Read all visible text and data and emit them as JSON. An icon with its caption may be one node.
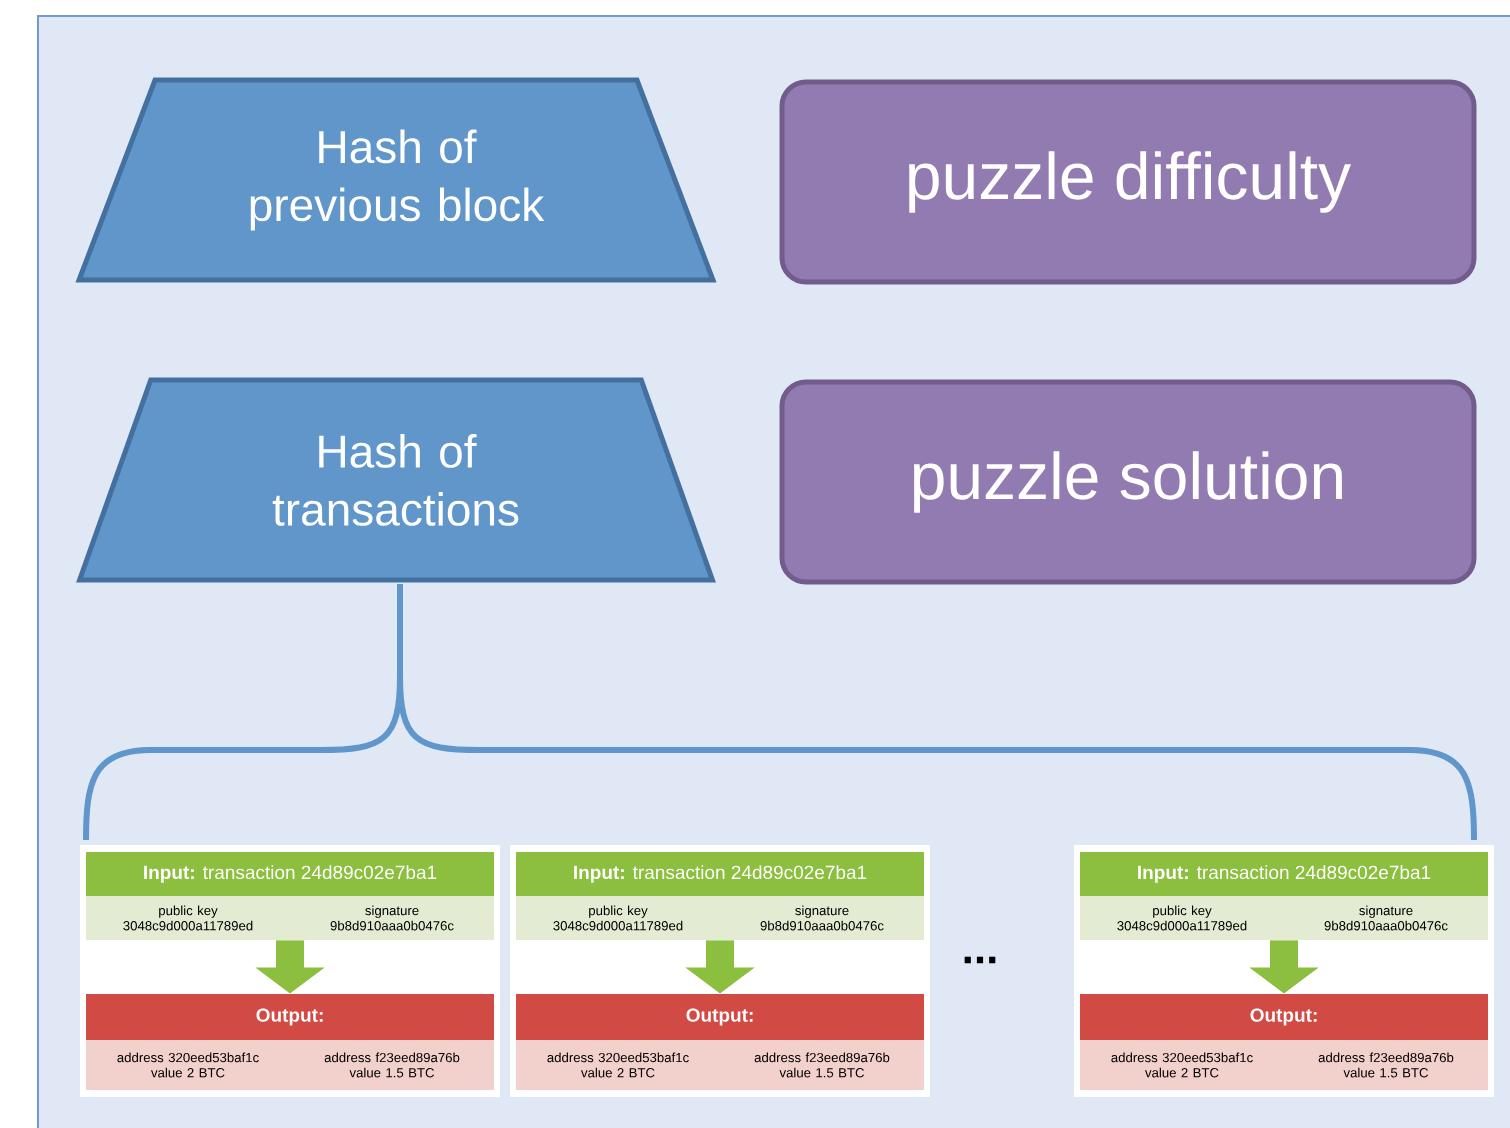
{
  "diagram": {
    "nodes": [
      {
        "text": [
          "Hash of previous  block"
        ]
      },
      {
        "text": [
          "puzzle difficulty"
        ]
      },
      {
        "text": [
          "Hash of transactions"
        ]
      },
      {
        "text": [
          "puzzle solution"
        ]
      },
      {
        "text": [],
        "shape": "box"
      },
      {
        "text": [
          "**Input:** transaction 24d89c02e7ba1",
          "public key 3048c9d000a11789ed",
          "signature 9b8d910aaa0b0476c"
        ],
        "in": 4
      },
      {
        "text": [
          "Output:",
          "address 320eed53baf1c value 2 BTC",
          "address f23eed89a76b value 1.5 BTC"
        ],
        "in": 4
      },
      {
        "text": [],
        "shape": "box"
      },
      {
        "text": [
          "**Input:** transaction 24d89c02e7ba1",
          "public key 3048c9d000a11789ed",
          "signature 9b8d910aaa0b0476c"
        ],
        "in": 7
      },
      {
        "text": [
          "Output:",
          "address 320eed53baf1c value 2 BTC",
          "address f23eed89a76b value 1.5 BTC"
        ],
        "in": 7
      },
      {
        "text": [],
        "shape": "box"
      },
      {
        "text": [
          "**Input:** transaction 24d89c02e7ba1",
          "public key 3048c9d000a11789ed",
          "signature 9b8d910aaa0b0476c"
        ],
        "in": 10
      },
      {
        "text": [
          "Output:",
          "address 320eed53baf1c value 2 BTC",
          "address f23eed89a76b value 1.5 BTC"
        ],
        "in": 10
      }
    ],
    "edges": [
      {
        "from": 5,
        "to": 6,
        "arrow": "to"
      },
      {
        "from": 8,
        "to": 9,
        "arrow": "to"
      },
      {
        "from": 11,
        "to": 12,
        "arrow": "to"
      }
    ],
    "labels": [
      "..."
    ]
  }
}
